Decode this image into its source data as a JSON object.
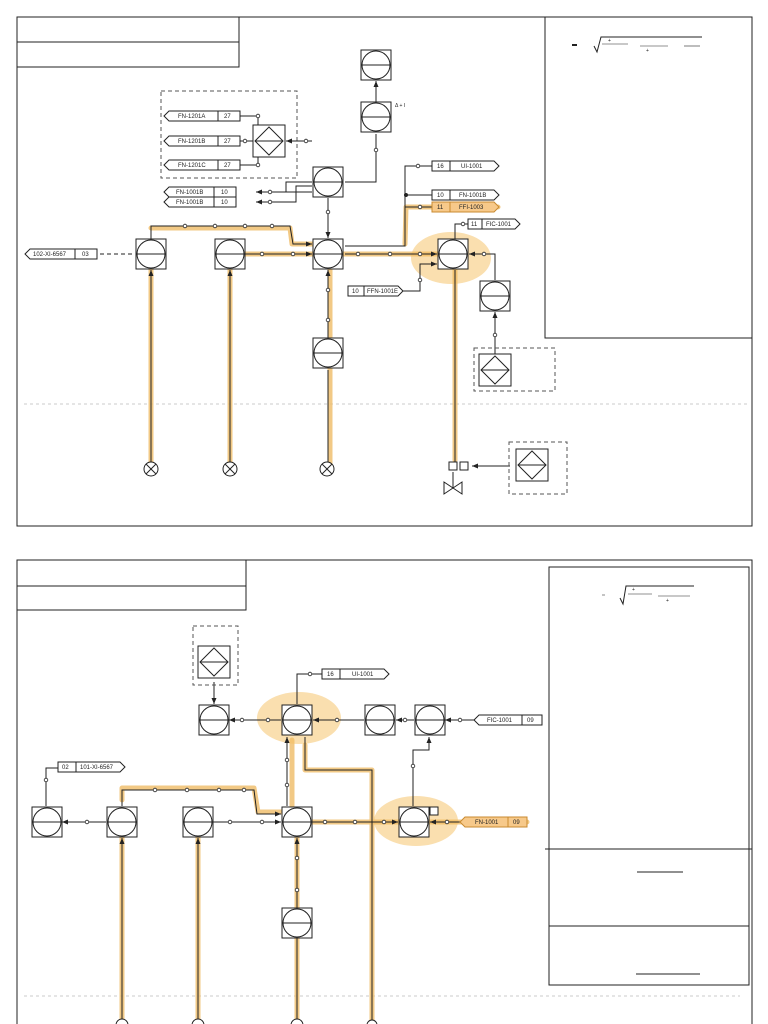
{
  "top_panel": {
    "tags": {
      "fn1201a": {
        "label": "FN-1201A",
        "num": "27"
      },
      "fn1201b": {
        "label": "FN-1201B",
        "num": "27"
      },
      "fn1201c": {
        "label": "FN-1201C",
        "num": "27"
      },
      "fn1001b_upper": {
        "label": "FN-1001B",
        "num": "10"
      },
      "fn1001b_lower": {
        "label": "FN-1001B",
        "num": "10"
      },
      "ui1001": {
        "label": "UI-1001",
        "num": "16"
      },
      "fn1001b_right": {
        "label": "FN-1001B",
        "num": "10"
      },
      "ffi1003": {
        "label": "FFI-1003",
        "num": "11"
      },
      "fic1001": {
        "label": "FIC-1001",
        "num": "11"
      },
      "ffn1001e": {
        "label": "FFN-1001E",
        "num": "10"
      },
      "xi6567": {
        "label": "102-XI-6567",
        "num": "03"
      }
    },
    "delta_label": "Δ + I"
  },
  "bottom_panel": {
    "tags": {
      "ui1001": {
        "label": "UI-1001",
        "num": "16"
      },
      "fic1001": {
        "label": "FIC-1001",
        "num": "09"
      },
      "xi6567": {
        "label": "101-XI-6567",
        "num": "02"
      },
      "fn1001": {
        "label": "FN-1001",
        "num": "09"
      }
    }
  },
  "colors": {
    "highlight": "#f0c070",
    "highlight_strong": "#f5b040",
    "line": "#222222"
  }
}
